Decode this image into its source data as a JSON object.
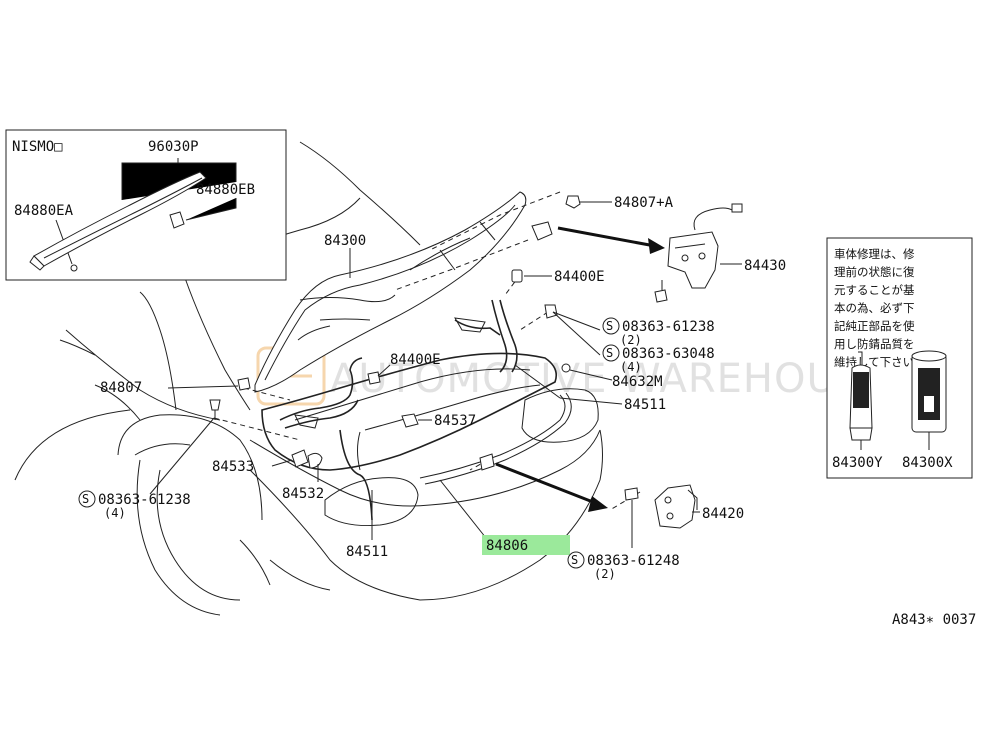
{
  "nismo_box": {
    "title": "NISMO□",
    "parts": [
      "96030P",
      "84880EB",
      "84880EA"
    ]
  },
  "labels": {
    "p84807a": "84807+A",
    "p84300": "84300",
    "p84430": "84430",
    "p84400e_a": "84400E",
    "p84400e_b": "84400E",
    "p84807": "84807",
    "p84632m": "84632M",
    "p84511_a": "84511",
    "p84511_b": "84511",
    "p84537": "84537",
    "p84533": "84533",
    "p84532": "84532",
    "p84806": "84806",
    "p84420": "84420"
  },
  "bolts": {
    "b1": {
      "circle": "S",
      "num": "08363-61238",
      "qty": "(2)"
    },
    "b2": {
      "circle": "S",
      "num": "08363-63048",
      "qty": "(4)"
    },
    "b3": {
      "circle": "S",
      "num": "08363-61238",
      "qty": "(4)"
    },
    "b4": {
      "circle": "S",
      "num": "08363-61248",
      "qty": "(2)"
    }
  },
  "repair_box": {
    "text_lines": [
      "車体修理は、修",
      "理前の状態に復",
      "元することが基",
      "本の為、必ず下",
      "記純正部品を使",
      "用し防錆品質を",
      "維持して下さい。"
    ],
    "parts": [
      "84300Y",
      "84300X"
    ]
  },
  "watermark": "AUTOMOTIVE WAREHOUSE",
  "diagram_code": "A843∗ 0037",
  "colors": {
    "highlight": "#9be99b",
    "watermark_orange": "#f2c48a"
  }
}
